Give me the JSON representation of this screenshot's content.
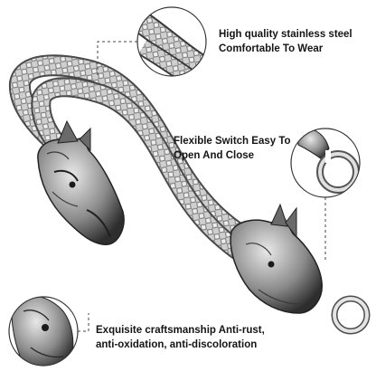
{
  "captions": {
    "top": {
      "line1": "High quality stainless steel",
      "line2": "Comfortable To Wear"
    },
    "middle": {
      "line1": "Flexible Switch Easy To",
      "line2": "Open And Close"
    },
    "bottom": {
      "line1": "Exquisite craftsmanship Anti-rust,",
      "line2": "anti-oxidation, anti-discoloration"
    }
  },
  "icons": [
    "wolf-head-left-icon",
    "wolf-head-right-icon",
    "ring-clasp-icon"
  ],
  "colors": {
    "background": "#ffffff",
    "steel_light": "#e6e6e6",
    "steel_mid": "#9a9a9a",
    "steel_dark": "#2b2b2b",
    "text": "#151515",
    "callout_line": "#444444"
  }
}
